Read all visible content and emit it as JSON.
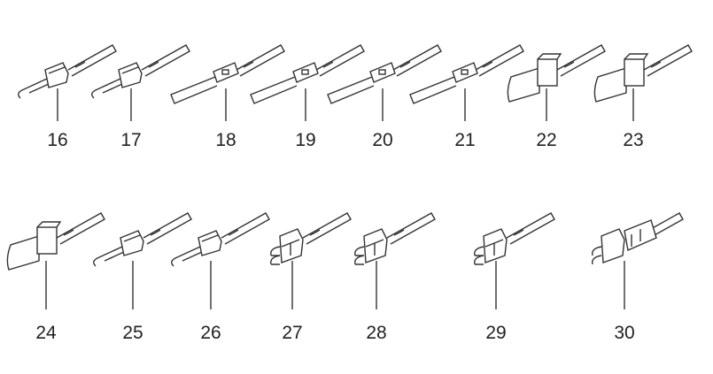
{
  "diagram": {
    "rows": [
      {
        "parts": [
          {
            "number": "16",
            "kind": "hook"
          },
          {
            "number": "17",
            "kind": "hook"
          },
          {
            "number": "18",
            "kind": "pin"
          },
          {
            "number": "19",
            "kind": "pin"
          },
          {
            "number": "20",
            "kind": "pin"
          },
          {
            "number": "21",
            "kind": "pin"
          },
          {
            "number": "22",
            "kind": "blade"
          },
          {
            "number": "23",
            "kind": "blade"
          }
        ]
      },
      {
        "parts": [
          {
            "number": "24",
            "kind": "blade"
          },
          {
            "number": "25",
            "kind": "hook"
          },
          {
            "number": "26",
            "kind": "hook"
          },
          {
            "number": "27",
            "kind": "double"
          },
          {
            "number": "28",
            "kind": "double"
          },
          {
            "number": "29",
            "kind": "double"
          },
          {
            "number": "30",
            "kind": "sleeve"
          }
        ]
      }
    ]
  }
}
